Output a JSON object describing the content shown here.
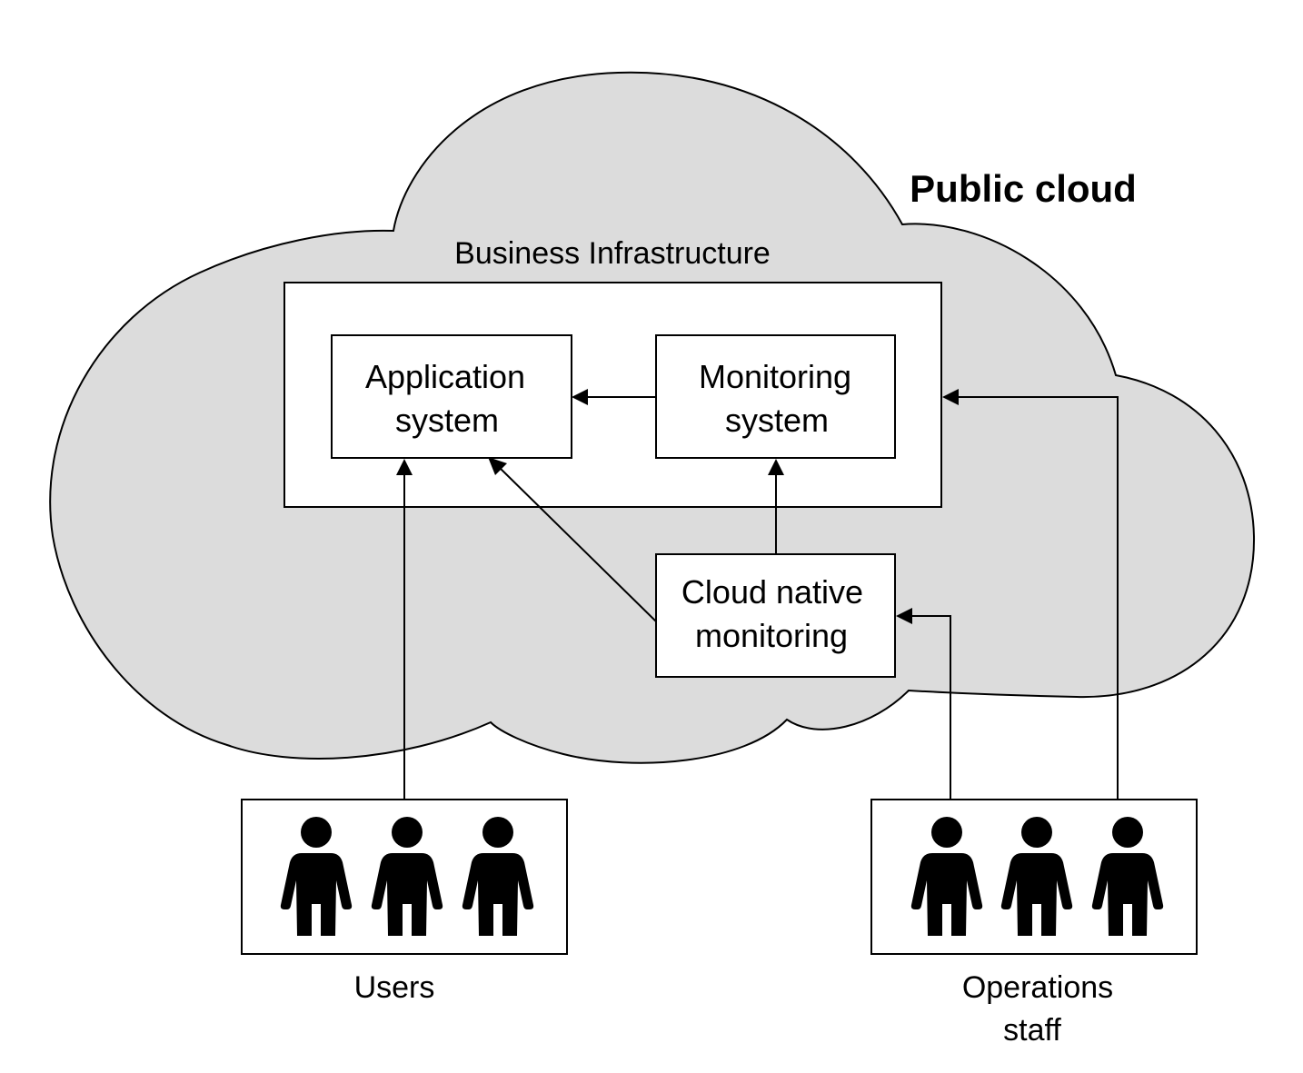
{
  "cloud": {
    "title": "Public cloud",
    "fill_color": "#dcdcdc"
  },
  "infrastructure": {
    "label": "Business Infrastructure"
  },
  "nodes": {
    "application": {
      "line1": "Application",
      "line2": "system"
    },
    "monitoring": {
      "line1": "Monitoring",
      "line2": "system"
    },
    "cloud_native": {
      "line1": "Cloud native",
      "line2": "monitoring"
    }
  },
  "groups": {
    "users": {
      "label": "Users",
      "icon": "person-icon",
      "count": 3
    },
    "operations": {
      "line1": "Operations",
      "line2": "staff",
      "icon": "person-icon",
      "count": 3
    }
  }
}
